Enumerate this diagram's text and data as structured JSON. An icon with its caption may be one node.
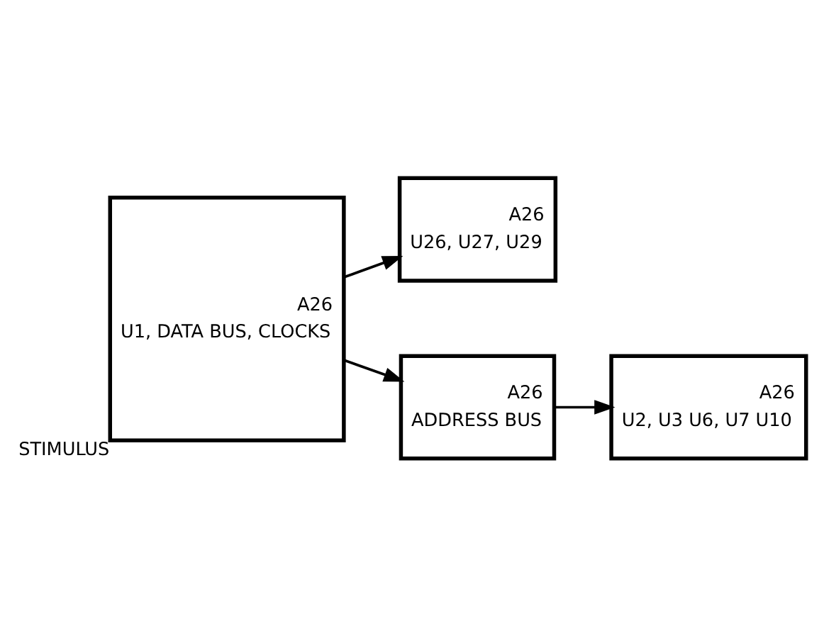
{
  "diagram": {
    "nodes": [
      {
        "text": [
          "A26",
          "U1, DATA BUS, CLOCKS"
        ],
        "beside": [
          "STIMULUS"
        ]
      },
      {
        "text": [
          "A26",
          "U26, U27, U29"
        ]
      },
      {
        "text": [
          "A26",
          "ADDRESS BUS"
        ]
      },
      {
        "text": [
          "A26",
          "U2, U3 U6, U7 U10"
        ]
      }
    ],
    "edges": [
      {
        "from": 0,
        "to": 1,
        "arrow": "to"
      },
      {
        "from": 0,
        "to": 2,
        "arrow": "to"
      },
      {
        "from": 2,
        "to": 3,
        "arrow": "to"
      }
    ]
  }
}
